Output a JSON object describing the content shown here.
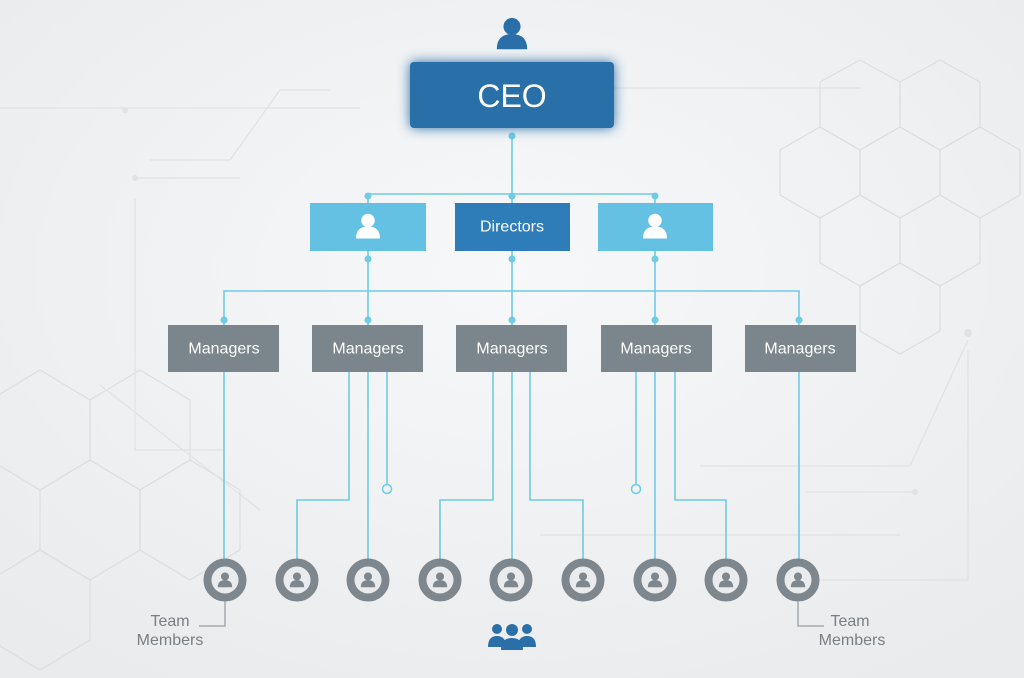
{
  "ceo": {
    "label": "CEO"
  },
  "directors": {
    "label": "Directors"
  },
  "managers": [
    {
      "label": "Managers"
    },
    {
      "label": "Managers"
    },
    {
      "label": "Managers"
    },
    {
      "label": "Managers"
    },
    {
      "label": "Managers"
    }
  ],
  "team_labels": {
    "left": {
      "line1": "Team",
      "line2": "Members"
    },
    "right": {
      "line1": "Team",
      "line2": "Members"
    }
  },
  "colors": {
    "ceo": "#2a6fa8",
    "director_accent": "#2e7db8",
    "director_light": "#64c1e4",
    "manager": "#7b858c",
    "connector": "#6fcbe6",
    "team_ring": "#7d878d"
  }
}
